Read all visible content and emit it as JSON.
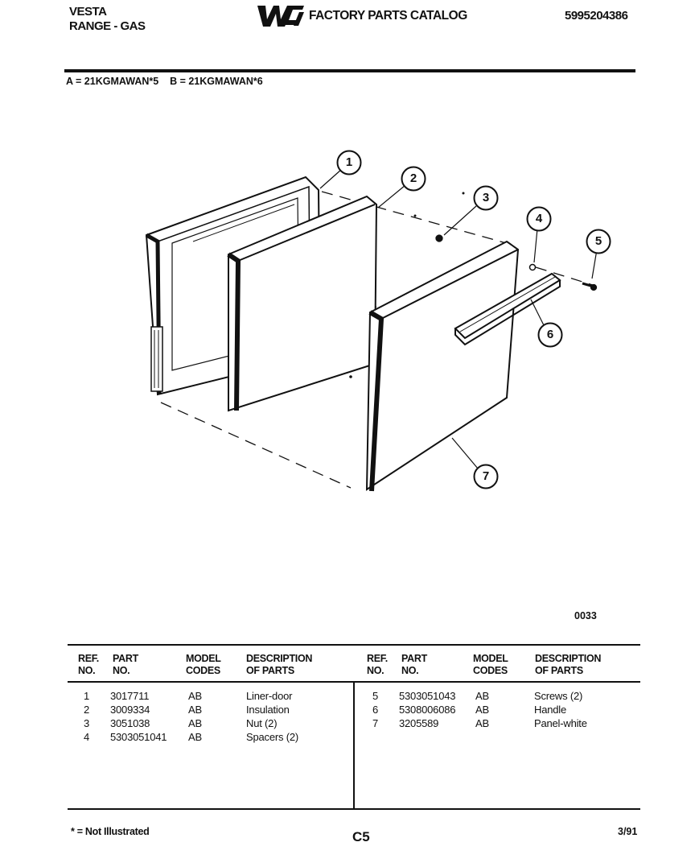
{
  "header": {
    "brand": "VESTA",
    "category": "RANGE - GAS",
    "logo_text": "WCI",
    "catalog_title": "FACTORY PARTS CATALOG",
    "catalog_number": "5995204386"
  },
  "models_line": "A = 21KGMAWAN*5    B = 21KGMAWAN*6",
  "diagram": {
    "callouts": [
      "1",
      "2",
      "3",
      "4",
      "5",
      "6",
      "7"
    ],
    "figure_code": "0033"
  },
  "table": {
    "columns": [
      "REF. NO.",
      "PART NO.",
      "MODEL CODES",
      "DESCRIPTION OF PARTS"
    ],
    "headers": {
      "ref_1": "REF.",
      "ref_2": "NO.",
      "part_1": "PART",
      "part_2": "NO.",
      "model_1": "MODEL",
      "model_2": "CODES",
      "desc_1": "DESCRIPTION",
      "desc_2": "OF PARTS"
    },
    "left_rows": [
      {
        "ref": "1",
        "part": "3017711",
        "code": "AB",
        "desc": "Liner-door"
      },
      {
        "ref": "2",
        "part": "3009334",
        "code": "AB",
        "desc": "Insulation"
      },
      {
        "ref": "3",
        "part": "3051038",
        "code": "AB",
        "desc": "Nut (2)"
      },
      {
        "ref": "4",
        "part": "5303051041",
        "code": "AB",
        "desc": "Spacers (2)"
      }
    ],
    "right_rows": [
      {
        "ref": "5",
        "part": "5303051043",
        "code": "AB",
        "desc": "Screws (2)"
      },
      {
        "ref": "6",
        "part": "5308006086",
        "code": "AB",
        "desc": "Handle"
      },
      {
        "ref": "7",
        "part": "3205589",
        "code": "AB",
        "desc": "Panel-white"
      }
    ]
  },
  "footer": {
    "note": "* = Not Illustrated",
    "page_code": "C5",
    "date": "3/91"
  }
}
